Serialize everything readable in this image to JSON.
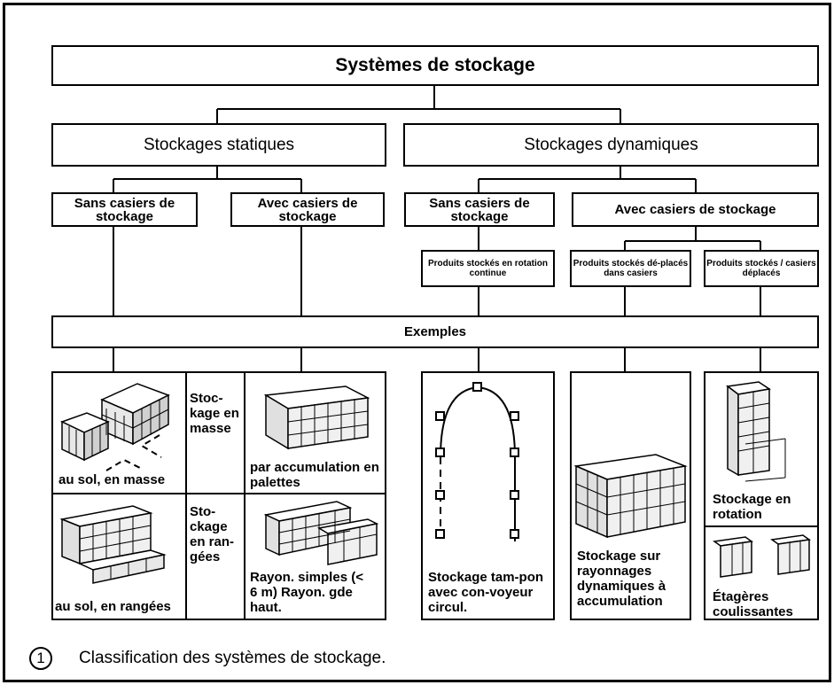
{
  "root": {
    "label": "Systèmes de stockage"
  },
  "level1": {
    "static": "Stockages statiques",
    "dynamic": "Stockages dynamiques"
  },
  "level2": {
    "static_without": "Sans casiers de stockage",
    "static_with": "Avec casiers de stockage",
    "dynamic_without": "Sans casiers de stockage",
    "dynamic_with": "Avec casiers de stockage"
  },
  "level3": {
    "rotation_continue": "Produits stockés en rotation continue",
    "deplaces_dans_casiers": "Produits stockés dé-placés dans casiers",
    "casiers_deplaces": "Produits stockés / casiers déplacés"
  },
  "examples_label": "Exemples",
  "examples": {
    "masse_side": "Stoc-kage en masse",
    "sol_masse": "au sol, en masse",
    "palettes": "par accumulation en palettes",
    "rangees_side": "Sto-ckage en ran-gées",
    "sol_rangees": "au sol, en rangées",
    "rayon": "Rayon. simples (< 6 m) Rayon. gde haut.",
    "tampon": "Stockage tam-pon avec con-voyeur circul.",
    "rayonnages": "Stockage sur rayonnages dynamiques à accumulation",
    "rotation": "Stockage en rotation",
    "etageres": "Étagères coulissantes"
  },
  "caption": {
    "number": "1",
    "text": "Classification des systèmes de stockage."
  }
}
